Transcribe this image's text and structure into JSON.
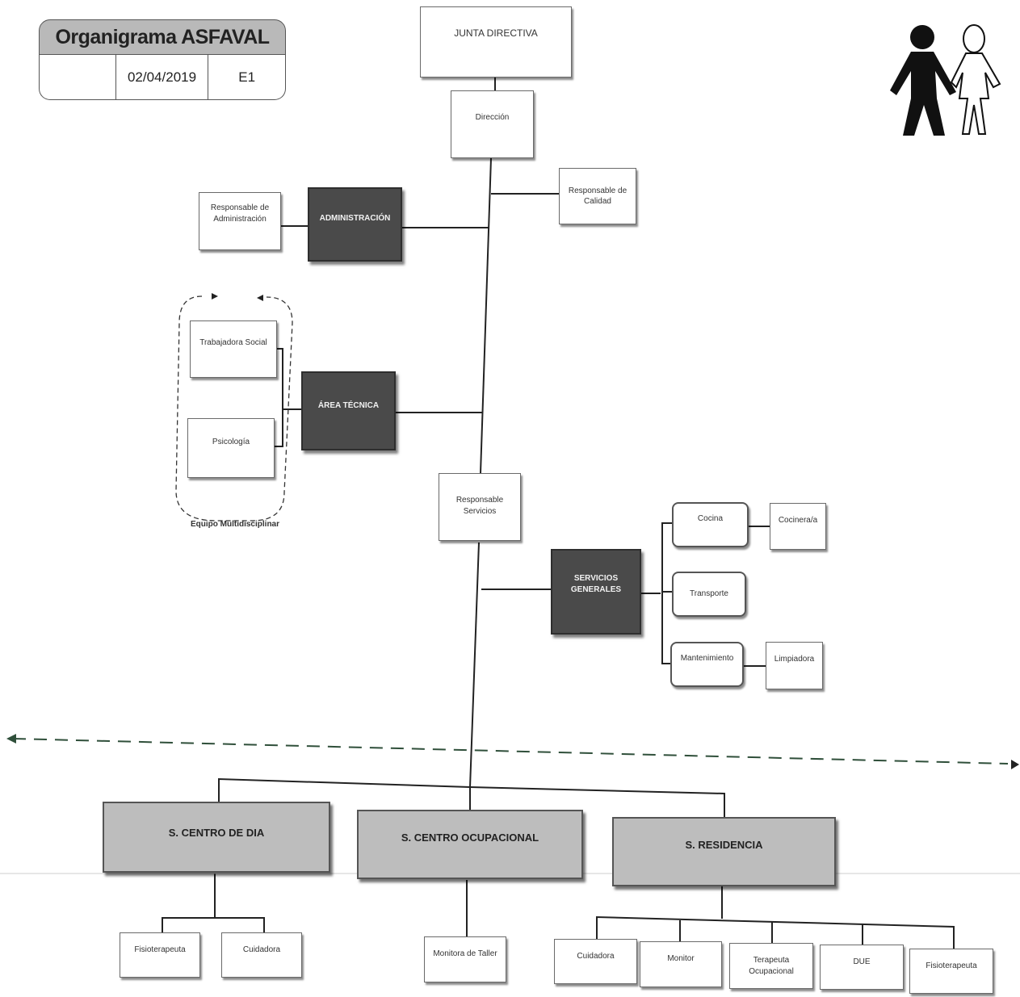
{
  "header": {
    "title": "Organigrama ASFAVAL",
    "empty_cell": "",
    "date": "02/04/2019",
    "code": "E1"
  },
  "nodes": {
    "junta": "JUNTA DIRECTIVA",
    "direccion": "Dirección",
    "calidad": "Responsable de\nCalidad",
    "resp_admin": "Responsable de\nAdministración",
    "administracion": "ADMINISTRACIÓN",
    "trabajadora_social": "Trabajadora Social",
    "psicologia": "Psicología",
    "area_tecnica": "ÁREA TÉCNICA",
    "equipo_label": "Equipo Multidisciplinar",
    "resp_servicios": "Responsable Servicios",
    "servicios_generales": "SERVICIOS\nGENERALES",
    "cocina": "Cocina",
    "cocinera": "Cocinera/a",
    "transporte": "Transporte",
    "mantenimiento": "Mantenimiento",
    "limpiadora": "Limpiadora",
    "centro_dia": "S. CENTRO DE DIA",
    "centro_ocupacional": "S.  CENTRO OCUPACIONAL",
    "residencia": "S. RESIDENCIA",
    "fisioterapeuta_1": "Fisioterapeuta",
    "cuidadora_1": "Cuidadora",
    "monitora_taller": "Monitora de Taller",
    "cuidadora_2": "Cuidadora",
    "monitor": "Monitor",
    "terapeuta_ocupacional": "Terapeuta Ocupacional",
    "due": "DUE",
    "fisioterapeuta_2": "Fisioterapeuta"
  },
  "icons": {
    "logo": "two-people-icon"
  },
  "colors": {
    "dark_box": "#4a4a4a",
    "gray_box": "#bdbdbd",
    "dashed_line": "#2f4f3a"
  }
}
